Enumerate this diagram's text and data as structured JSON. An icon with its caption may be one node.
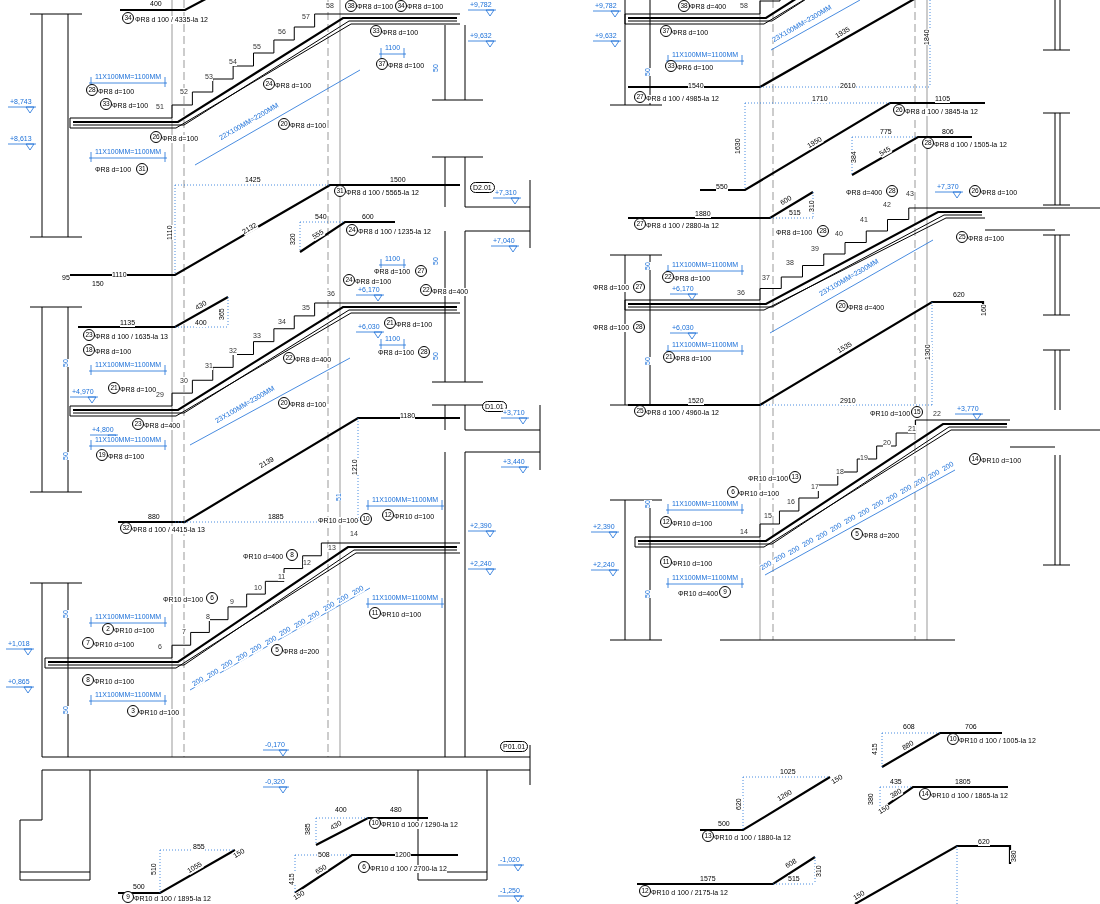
{
  "diagram": {
    "labels": [
      "400",
      "34",
      "ΦR8 d 100 / 4335-la 12",
      "58",
      "38",
      "ΦR8 d=100",
      "34",
      "ΦR8 d=100",
      "+9,782",
      "57",
      "56",
      "55",
      "54",
      "53",
      "52",
      "51",
      "33",
      "ΦR8 d=100",
      "+9,632",
      "1100",
      "37",
      "ΦR8 d=100",
      "50",
      "11X100MM=1100MM",
      "28",
      "ΦR8 d=100",
      "33",
      "ΦR8 d=100",
      "+8,743",
      "24",
      "ΦR8 d=100",
      "22X100MM=2200MM",
      "20",
      "ΦR8 d=100",
      "+8,613",
      "26",
      "ΦR8 d=100",
      "11X100MM=1100MM",
      "ΦR8 d=100",
      "31",
      "1425",
      "1500",
      "31",
      "ΦR8 d 100 / 5565-la 12",
      "D2.01",
      "+7,310",
      "540",
      "600",
      "1110",
      "2132",
      "320",
      "555",
      "24",
      "ΦR8 d 100 / 1235-la 12",
      "+7,040",
      "1100",
      "50",
      "ΦR8 d=100",
      "27",
      "95",
      "1110",
      "150",
      "24",
      "ΦR8 d=100",
      "+6,170",
      "22",
      "ΦR8 d=400",
      "36",
      "35",
      "34",
      "33",
      "32",
      "31",
      "30",
      "29",
      "430",
      "365",
      "1135",
      "400",
      "21",
      "ΦR8 d=100",
      "+6,030",
      "23",
      "ΦR8 d 100 / 1635-la 13",
      "1100",
      "ΦR8 d=100",
      "28",
      "50",
      "18",
      "ΦR8 d=100",
      "22",
      "ΦR8 d=400",
      "50",
      "11X100MM=1100MM",
      "23X100MM=2300MM",
      "+4,970",
      "21",
      "ΦR8 d=100",
      "20",
      "ΦR8 d=100",
      "D1.01",
      "+3,710",
      "1180",
      "23",
      "ΦR8 d=400",
      "+4,800",
      "11X100MM=1100MM",
      "50",
      "19",
      "ΦR8 d=100",
      "+3,440",
      "1210",
      "2139",
      "51",
      "11X100MM=1100MM",
      "880",
      "1885",
      "12",
      "ΦR10 d=100",
      "ΦR10 d=100",
      "10",
      "32",
      "ΦR8 d 100 / 4415-la 13",
      "+2,390",
      "14",
      "13",
      "ΦR10 d=400",
      "8",
      "12",
      "11",
      "+2,240",
      "10",
      "ΦR10 d=100",
      "6",
      "9",
      "8",
      "11X100MM=1100MM",
      "50",
      "11X100MM=1100MM",
      "11",
      "ΦR10 d=100",
      "2",
      "ΦR10 d=100",
      "7",
      "+1,018",
      "7",
      "ΦR10 d=100",
      "6",
      "5",
      "ΦR8 d=200",
      "200",
      "200",
      "200",
      "200",
      "200",
      "200",
      "200",
      "200",
      "200",
      "200",
      "200",
      "200",
      "+0,865",
      "8",
      "ΦR10 d=100",
      "11X100MM=1100MM",
      "50",
      "3",
      "ΦR10 d=100",
      "-0,170",
      "P01.01",
      "-0,320",
      "400",
      "480",
      "10",
      "ΦR10 d 100 / 1290-la 12",
      "385",
      "430",
      "855",
      "508",
      "1200",
      "150",
      "-1,020",
      "510",
      "1055",
      "6",
      "ΦR10 d 100 / 2700-la 12",
      "415",
      "650",
      "500",
      "-1,250",
      "150",
      "9",
      "ΦR10 d 100 / 1895-la 12",
      "+9,782",
      "38",
      "ΦR8 d=400",
      "58",
      "23X100MM=2300MM",
      "1935",
      "+9,632",
      "37",
      "ΦR8 d=100",
      "1840",
      "11X100MM=1100MM",
      "33",
      "ΦR6 d=100",
      "50",
      "1540",
      "2610",
      "27",
      "ΦR8 d 100 / 4985-la 12",
      "1710",
      "1105",
      "26",
      "ΦR8 d 100 / 3845-la 12",
      "775",
      "806",
      "28",
      "ΦR8 d 100 / 1505-la 12",
      "1630",
      "1950",
      "384",
      "545",
      "550",
      "ΦR8 d=400",
      "28",
      "43",
      "+7,370",
      "26",
      "ΦR8 d=100",
      "600",
      "310",
      "42",
      "1880",
      "515",
      "41",
      "27",
      "ΦR8 d 100 / 2880-la 12",
      "ΦR8 d=100",
      "28",
      "40",
      "25",
      "ΦR8 d=100",
      "39",
      "38",
      "50",
      "11X100MM=1100MM",
      "22",
      "ΦR8 d=100",
      "37",
      "ΦR8 d=100",
      "27",
      "+6,170",
      "36",
      "23X100MM=2300MM",
      "620",
      "160",
      "20",
      "ΦR8 d=400",
      "ΦR8 d=100",
      "28",
      "+6,030",
      "11X100MM=1100MM",
      "50",
      "21",
      "ΦR8 d=100",
      "1535",
      "1300",
      "1520",
      "2910",
      "25",
      "ΦR8 d 100 / 4960-la 12",
      "ΦR10 d=100",
      "15",
      "22",
      "+3,770",
      "21",
      "20",
      "19",
      "14",
      "ΦR10 d=100",
      "18",
      "ΦR10 d=100",
      "13",
      "17",
      "6",
      "ΦR10 d=100",
      "16",
      "50",
      "11X100MM=1100MM",
      "15",
      "12",
      "ΦR10 d=100",
      "+2,390",
      "14",
      "5",
      "ΦR8 d=200",
      "200",
      "200",
      "200",
      "200",
      "200",
      "200",
      "200",
      "200",
      "200",
      "200",
      "200",
      "200",
      "200",
      "200",
      "+2,240",
      "11",
      "ΦR10 d=100",
      "11X100MM=1100MM",
      "50",
      "ΦR10 d=400",
      "9",
      "608",
      "706",
      "10",
      "ΦR10 d 100 / 1005-la 12",
      "415",
      "880",
      "1025",
      "435",
      "1805",
      "150",
      "14",
      "ΦR10 d 100 / 1865-la 12",
      "380",
      "380",
      "620",
      "1260",
      "150",
      "500",
      "13",
      "ΦR10 d 100 / 1880-la 12",
      "620",
      "380",
      "608",
      "310",
      "1575",
      "515",
      "12",
      "ΦR10 d 100 / 2175-la 12",
      "150"
    ]
  }
}
